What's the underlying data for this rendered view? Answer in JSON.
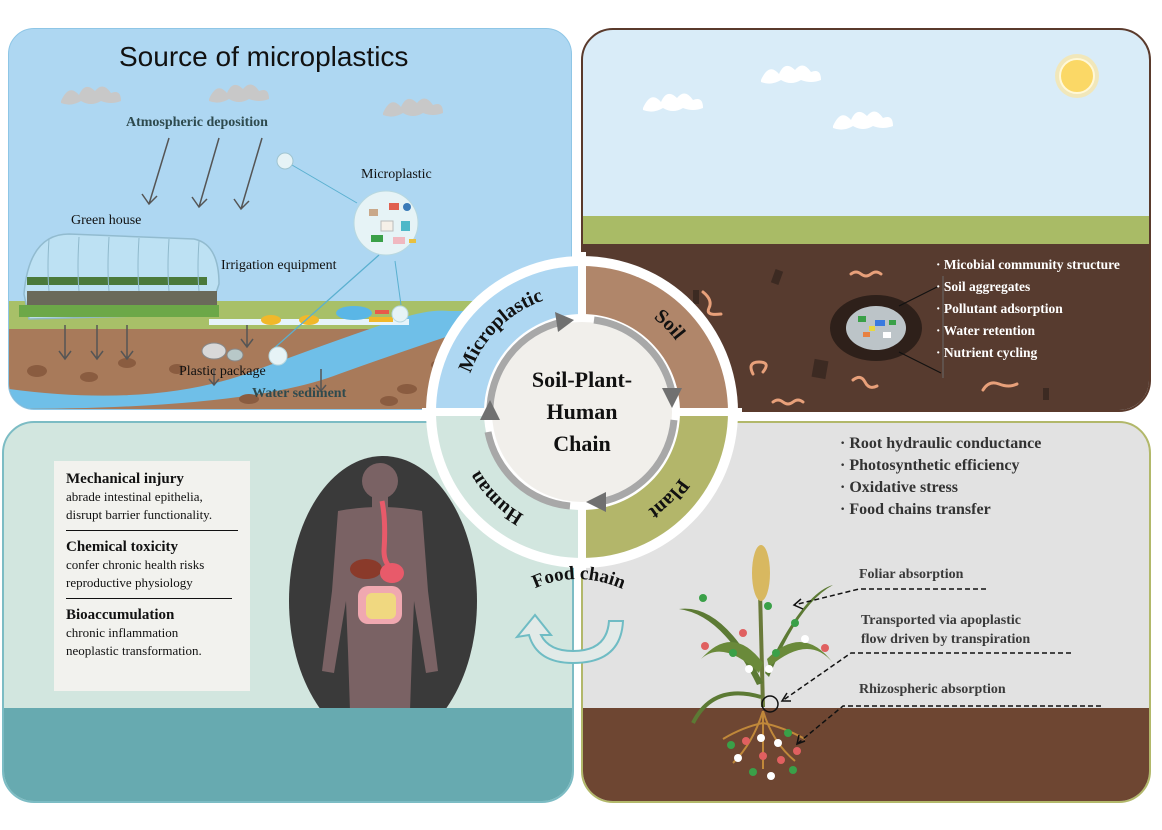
{
  "source_panel": {
    "title": "Source of microplastics",
    "labels": {
      "atmospheric": "Atmospheric deposition",
      "microplastic": "Microplastic",
      "greenhouse": "Green house",
      "irrigation": "Irrigation equipment",
      "plastic_package": "Plastic package",
      "water_sediment": "Water sediment"
    }
  },
  "soil_panel": {
    "effects": [
      "Micobial community structure",
      "Soil aggregates",
      "Pollutant adsorption",
      "Water retention",
      "Nutrient cycling"
    ]
  },
  "human_panel": {
    "sections": [
      {
        "heading": "Mechanical injury",
        "lines": [
          "abrade intestinal epithelia,",
          "disrupt  barrier functionality."
        ]
      },
      {
        "heading": "Chemical toxicity",
        "lines": [
          "confer chronic health risks",
          "reproductive physiology"
        ]
      },
      {
        "heading": "Bioaccumulation",
        "lines": [
          "chronic inflammation",
          "neoplastic transformation."
        ]
      }
    ]
  },
  "plant_panel": {
    "effects": [
      "· Root hydraulic conductance",
      "· Photosynthetic efficiency",
      "· Oxidative stress",
      "· Food chains transfer"
    ],
    "pathways": {
      "foliar": "Foliar absorption",
      "transport_line1": "Transported  via apoplastic",
      "transport_line2": "flow driven by transpiration",
      "rhizo": "Rhizospheric absorption"
    }
  },
  "cycle": {
    "center_lines": [
      "Soil-Plant-",
      "Human",
      "Chain"
    ],
    "segments": {
      "microplastic": "Microplastic",
      "soil": "Soil",
      "plant": "Plant",
      "human": "Human"
    },
    "food_chain": "Food chain",
    "colors": {
      "microplastic": "#aed7f2",
      "soil": "#b0866a",
      "plant": "#b3b66a",
      "human": "#d2e6df",
      "center": "#f1efeb"
    }
  }
}
